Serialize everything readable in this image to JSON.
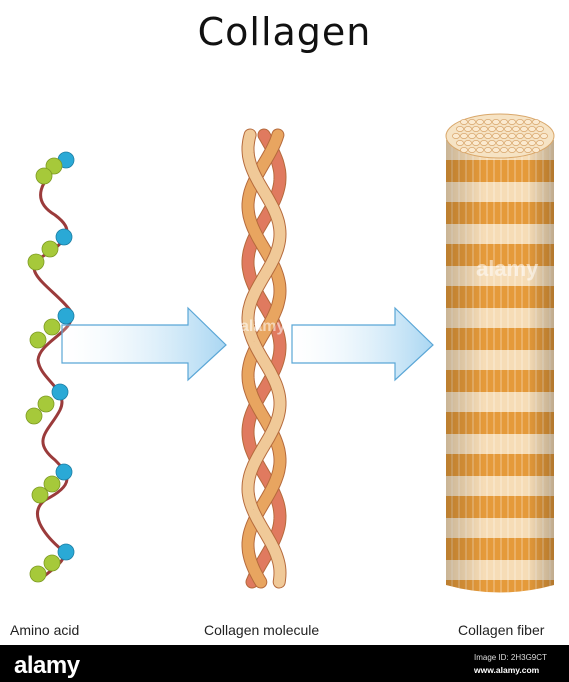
{
  "title": "Collagen",
  "labels": {
    "amino_acid": "Amino acid",
    "molecule": "Collagen molecule",
    "fiber": "Collagen fiber"
  },
  "footer": {
    "logo": "alamy",
    "image_id": "Image ID: 2H3G9CT",
    "site": "www.alamy.com"
  },
  "watermark": "alamy",
  "colors": {
    "bead_green": "#a6c93a",
    "bead_blue": "#2aa9d6",
    "strand_red": "#9b3b3b",
    "arrow_fill": "#bfe2f7",
    "arrow_stroke": "#5aa6d6",
    "helix_pale": "#f0c998",
    "helix_orange": "#e8a560",
    "helix_salmon": "#e07a5f",
    "fiber_orange": "#e59a3a",
    "fiber_cream": "#f6dcb6"
  }
}
